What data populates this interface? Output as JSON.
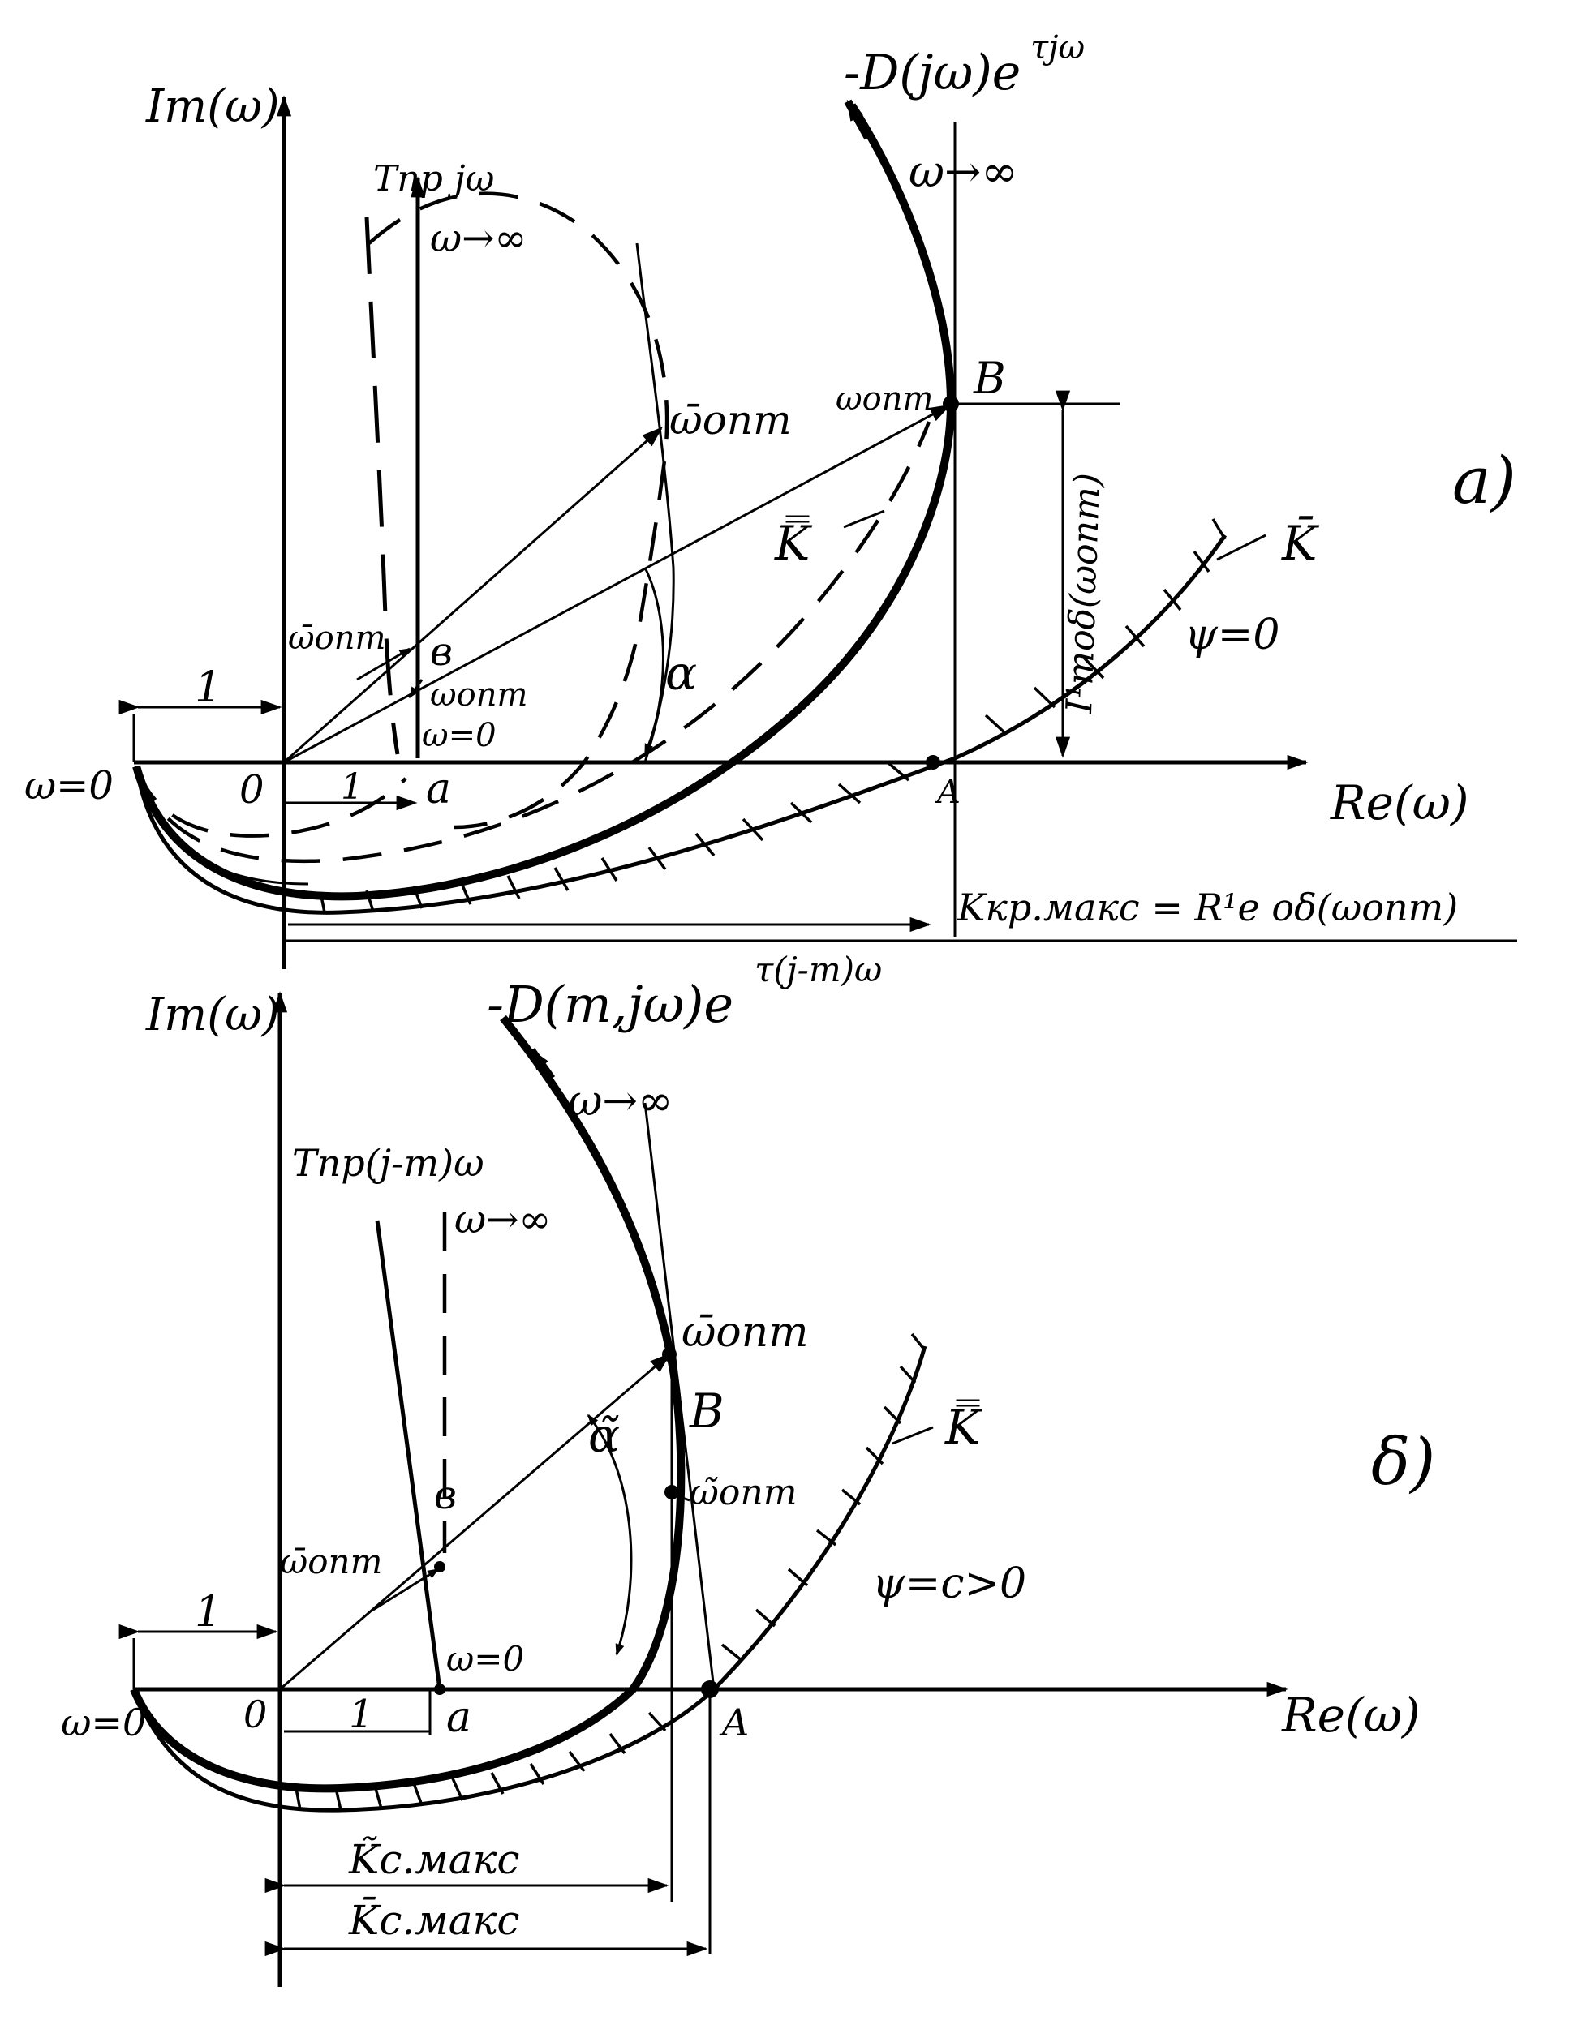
{
  "panel_a": {
    "marker": "а)",
    "y_axis": "Im(ω)",
    "x_axis": "Re(ω)",
    "curve_label": "-D(jω)e",
    "curve_label_sup": "τjω",
    "w_inf_curve": "ω→∞",
    "tpr_label": "Tпр jω",
    "w_inf_tpr": "ω→∞",
    "w_opt_bar": "ω̄опт",
    "w_opt_B": "ωопт",
    "point_B": "B",
    "k_double": "K̿",
    "k_single": "K̄",
    "psi": "ψ=0",
    "im_label": "I¹mоδ(ωопт)",
    "alpha": "α",
    "unit_top": "1",
    "unit_bottom": "1",
    "w_zero_left": "ω=0",
    "origin": "0",
    "w_opt_left": "ω̄опт",
    "point_b": "в",
    "w_opt_low": "ωопт",
    "w_zero_a": "ω=0",
    "point_a": "a",
    "point_A": "A",
    "kmax": "Kкр.макс = R¹e оδ(ωопт)"
  },
  "panel_b": {
    "marker": "δ)",
    "y_axis": "Im(ω)",
    "x_axis": "Re(ω)",
    "curve_label": "-D(m,jω)e",
    "curve_label_sup": "τ(j-m)ω",
    "w_inf_curve": "ω→∞",
    "tpr_label": "Tпр(j-m)ω",
    "w_inf_dash": "ω→∞",
    "w_opt_bar": "ω̄опт",
    "point_B": "B",
    "alpha_tilde": "α̃",
    "w_opt_tilde": "ω̃опт",
    "k_double": "K̿",
    "psi": "ψ=c>0",
    "point_b": "в",
    "w_opt_left": "ω̄опт",
    "unit_top": "1",
    "unit_bottom": "1",
    "w_zero_left": "ω=0",
    "origin": "0",
    "w_zero_a": "ω=0",
    "point_a": "a",
    "point_A": "A",
    "kc_tilde": "K̃c.макс",
    "kc_bar": "K̄c.макс"
  }
}
